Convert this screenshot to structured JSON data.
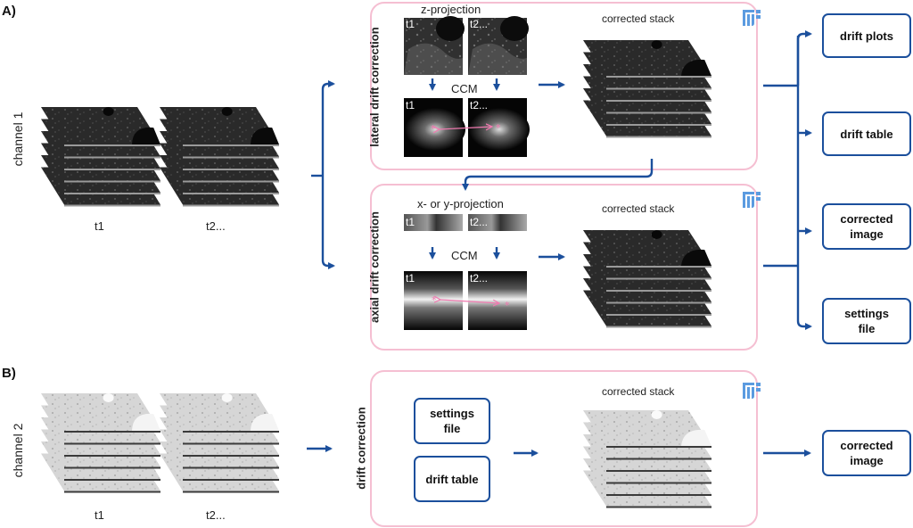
{
  "panels": {
    "a": {
      "label": "A)",
      "channel_label": "channel 1",
      "timepoints": [
        "t1",
        "t2..."
      ],
      "lateral": {
        "title": "lateral drift correction",
        "projection_label": "z-projection",
        "ccm_label": "CCM",
        "tile_labels": [
          "t1",
          "t2..."
        ],
        "result_label": "corrected stack"
      },
      "axial": {
        "title": "axial drift correction",
        "projection_label": "x- or y-projection",
        "ccm_label": "CCM",
        "tile_labels": [
          "t1",
          "t2..."
        ],
        "result_label": "corrected stack"
      },
      "outputs": [
        {
          "label": "drift plots"
        },
        {
          "label": "drift table"
        },
        {
          "label": "corrected\nimage"
        },
        {
          "label": "settings\nfile"
        }
      ]
    },
    "b": {
      "label": "B)",
      "channel_label": "channel 2",
      "timepoints": [
        "t1",
        "t2..."
      ],
      "correction": {
        "title": "drift correction",
        "inputs": [
          {
            "label": "settings\nfile"
          },
          {
            "label": "drift table"
          }
        ],
        "result_label": "corrected stack"
      },
      "outputs": [
        {
          "label": "corrected\nimage"
        }
      ]
    }
  },
  "icons": {
    "fiji": "fiji-logo-icon"
  },
  "colors": {
    "arrow": "#1b4f9c",
    "pink_border": "#f5bfd2",
    "ccm_marker": "#f07ab0",
    "fiji_blue": "#5b9be0"
  }
}
